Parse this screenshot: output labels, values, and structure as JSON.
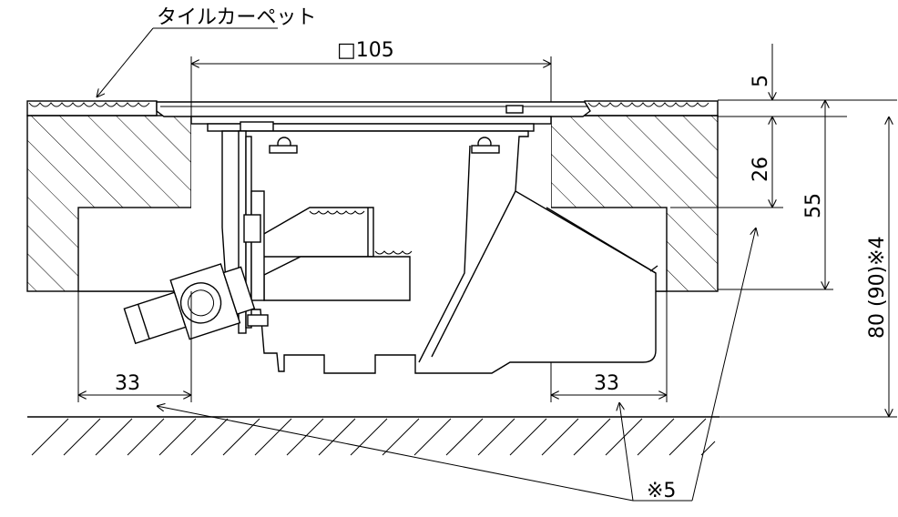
{
  "labels": {
    "carpet": "タイルカーペット",
    "width_dim": "□105",
    "dim_5": "5",
    "dim_26": "26",
    "dim_55": "55",
    "dim_80": "80 (90)※4",
    "dim_33_left": "33",
    "dim_33_right": "33",
    "note_5": "※5"
  }
}
